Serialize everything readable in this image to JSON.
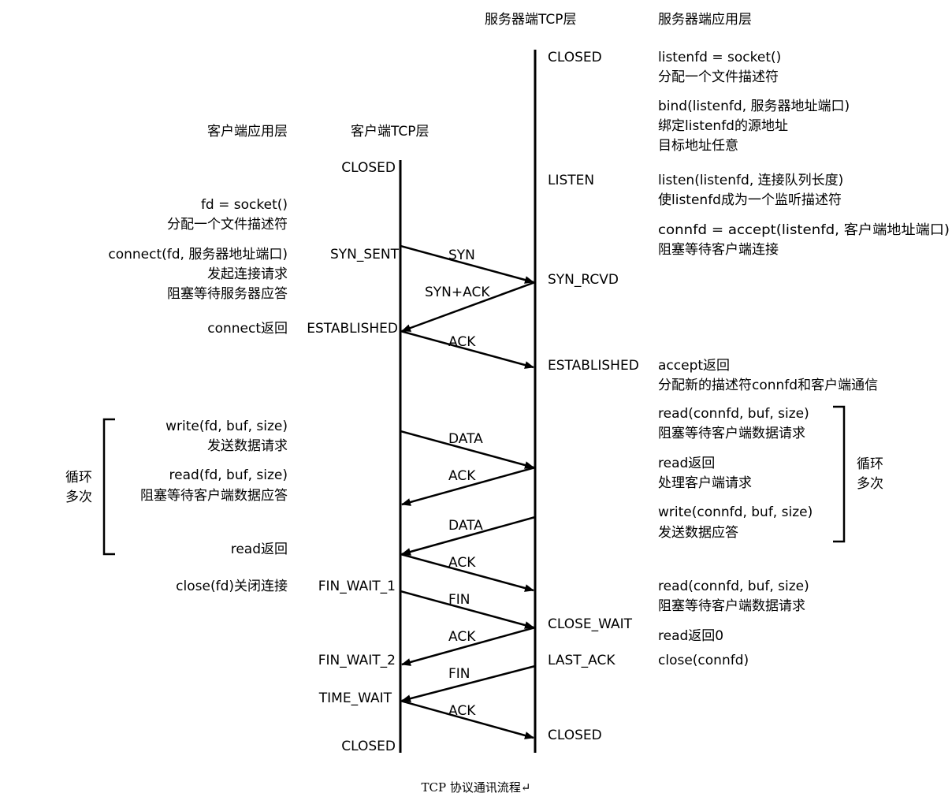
{
  "headers": {
    "server_tcp": "服务器端TCP层",
    "server_app": "服务器端应用层",
    "client_app": "客户端应用层",
    "client_tcp": "客户端TCP层"
  },
  "client_states": {
    "closed_top": "CLOSED",
    "syn_sent": "SYN_SENT",
    "established": "ESTABLISHED",
    "fin_wait_1": "FIN_WAIT_1",
    "fin_wait_2": "FIN_WAIT_2",
    "time_wait": "TIME_WAIT",
    "closed_bottom": "CLOSED"
  },
  "server_states": {
    "closed_top": "CLOSED",
    "listen": "LISTEN",
    "syn_rcvd": "SYN_RCVD",
    "established": "ESTABLISHED",
    "close_wait": "CLOSE_WAIT",
    "last_ack": "LAST_ACK",
    "closed_bottom": "CLOSED"
  },
  "messages": {
    "syn": "SYN",
    "syn_ack": "SYN+ACK",
    "ack1": "ACK",
    "data1": "DATA",
    "ack2": "ACK",
    "data2": "DATA",
    "ack3": "ACK",
    "fin1": "FIN",
    "ack4": "ACK",
    "fin2": "FIN",
    "ack5": "ACK"
  },
  "client_app": {
    "socket_call": "fd = socket()",
    "socket_desc": "分配一个文件描述符",
    "connect_call": "connect(fd, 服务器地址端口)",
    "connect_desc1": "发起连接请求",
    "connect_desc2": "阻塞等待服务器应答",
    "connect_return": "connect返回",
    "write_call": "write(fd, buf, size)",
    "write_desc": "发送数据请求",
    "read_call": "read(fd, buf, size)",
    "read_desc": "阻塞等待客户端数据应答",
    "read_return": "read返回",
    "close_call": "close(fd)关闭连接",
    "loop_line1": "循环",
    "loop_line2": "多次"
  },
  "server_app": {
    "socket_call": "listenfd = socket()",
    "socket_desc": "分配一个文件描述符",
    "bind_call": "bind(listenfd, 服务器地址端口)",
    "bind_desc1": "绑定listenfd的源地址",
    "bind_desc2": "目标地址任意",
    "listen_call": "listen(listenfd, 连接队列长度)",
    "listen_desc": "使listenfd成为一个监听描述符",
    "accept_call": "connfd = accept(listenfd, 客户端地址端口)",
    "accept_desc": "阻塞等待客户端连接",
    "accept_return": "accept返回",
    "accept_return_desc": "分配新的描述符connfd和客户端通信",
    "read_call": "read(connfd, buf, size)",
    "read_desc": "阻塞等待客户端数据请求",
    "read_return": "read返回",
    "read_return_desc": "处理客户端请求",
    "write_call": "write(connfd, buf, size)",
    "write_desc": "发送数据应答",
    "read_call2": "read(connfd, buf, size)",
    "read_desc2": "阻塞等待客户端数据请求",
    "read_return0": "read返回0",
    "close_call": "close(connfd)",
    "loop_line1": "循环",
    "loop_line2": "多次"
  },
  "caption": "TCP 协议通讯流程↵"
}
